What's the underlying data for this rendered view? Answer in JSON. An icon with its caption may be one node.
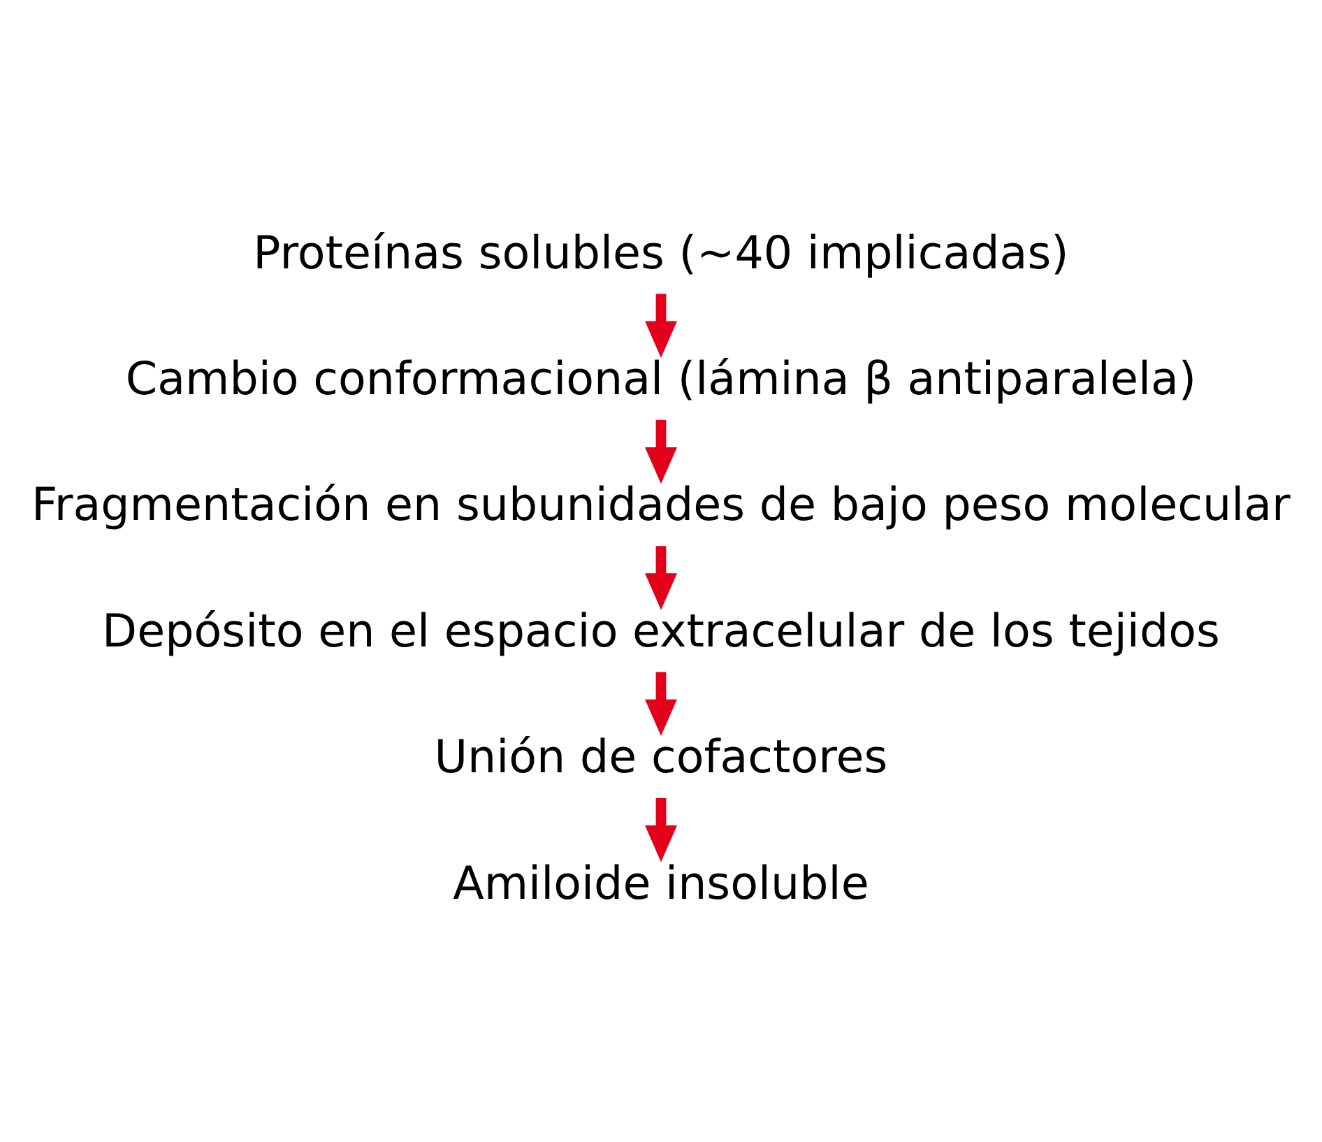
{
  "diagram": {
    "nodes": [
      {
        "text": [
          "Proteínas solubles (~40 implicadas)"
        ]
      },
      {
        "text": [
          "Cambio conformacional (lámina β antiparalela)"
        ]
      },
      {
        "text": [
          "Fragmentación en subunidades de bajo peso molecular"
        ]
      },
      {
        "text": [
          "Depósito en el espacio extracelular de los tejidos"
        ]
      },
      {
        "text": [
          "Unión de cofactores"
        ]
      },
      {
        "text": [
          "Amiloide insoluble"
        ]
      }
    ],
    "edges": [
      {
        "from": 0,
        "to": 1,
        "arrow": "to"
      },
      {
        "from": 1,
        "to": 2,
        "arrow": "to"
      },
      {
        "from": 2,
        "to": 3,
        "arrow": "to"
      },
      {
        "from": 3,
        "to": 4,
        "arrow": "to"
      },
      {
        "from": 4,
        "to": 5,
        "arrow": "to"
      }
    ]
  }
}
